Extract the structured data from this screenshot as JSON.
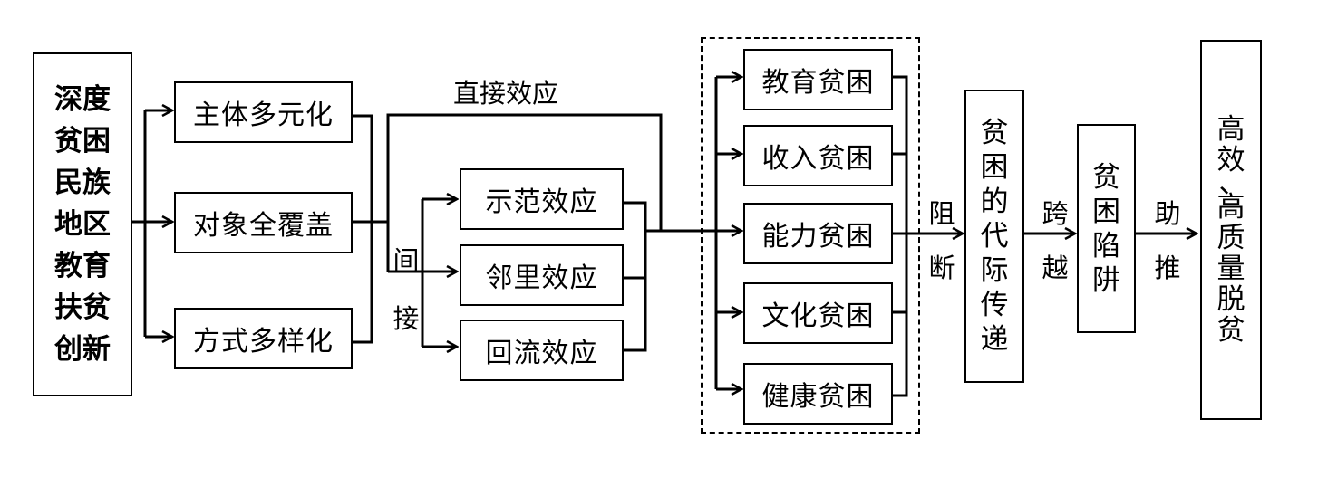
{
  "left_box": [
    "深度",
    "贫困",
    "民族",
    "地区",
    "教育",
    "扶贫",
    "创新"
  ],
  "modes": [
    "主体多元化",
    "对象全覆盖",
    "方式多样化"
  ],
  "direct_label": "直接效应",
  "indirect_label": [
    "间",
    "接"
  ],
  "effects": [
    "示范效应",
    "邻里效应",
    "回流效应"
  ],
  "poverty_types": [
    "教育贫困",
    "收入贫困",
    "能力贫困",
    "文化贫困",
    "健康贫困"
  ],
  "block_label": [
    "阻",
    "断"
  ],
  "intergen": [
    "贫",
    "困",
    "的",
    "代",
    "际",
    "传",
    "递"
  ],
  "cross_label": [
    "跨",
    "越"
  ],
  "trap": [
    "贫",
    "困",
    "陷",
    "阱"
  ],
  "help_label": [
    "助",
    "推"
  ],
  "final": [
    "高",
    "效",
    "、",
    "高",
    "质",
    "量",
    "脱",
    "贫"
  ]
}
